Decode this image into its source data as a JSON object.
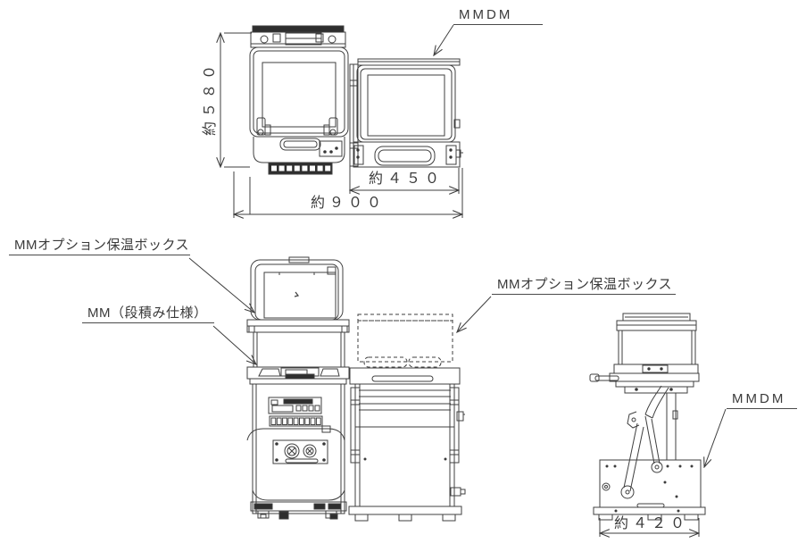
{
  "drawing": {
    "labels": {
      "mmdm_top": "MMDM",
      "option_box_front": "MMオプション保温ボックス",
      "mm_stack": "MM（段積み仕様）",
      "option_box_side": "MMオプション保温ボックス",
      "mmdm_side": "MMDM"
    },
    "dimensions": {
      "depth_total": "約５８０",
      "width_right_unit": "約４５０",
      "width_total": "約９００",
      "width_side_unit": "約４２０"
    },
    "colors": {
      "line": "#3f3f3f",
      "fill_dark": "#2e2e2e",
      "background": "#ffffff"
    }
  }
}
